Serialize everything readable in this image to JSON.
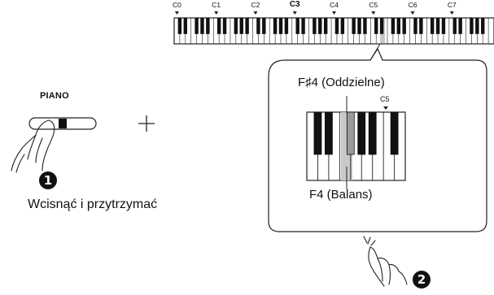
{
  "top_keyboard": {
    "octave_labels": [
      "C0",
      "C1",
      "C2",
      "C3",
      "C4",
      "C5",
      "C6",
      "C7"
    ],
    "highlighted_label": "C3"
  },
  "panel": {
    "button_label": "PIANO",
    "plus_sign": "+"
  },
  "steps": {
    "step1_number": "1",
    "step1_text": "Wcisnąć i przytrzymać",
    "step2_number": "2"
  },
  "callout": {
    "sharp_key_label": "F#4 (Oddzielne)",
    "natural_key_label": "F4 (Balans)",
    "c5_label": "C5"
  },
  "colors": {
    "highlight_key": "#9a9a9a",
    "highlight_white_key": "#c8c8c8"
  }
}
